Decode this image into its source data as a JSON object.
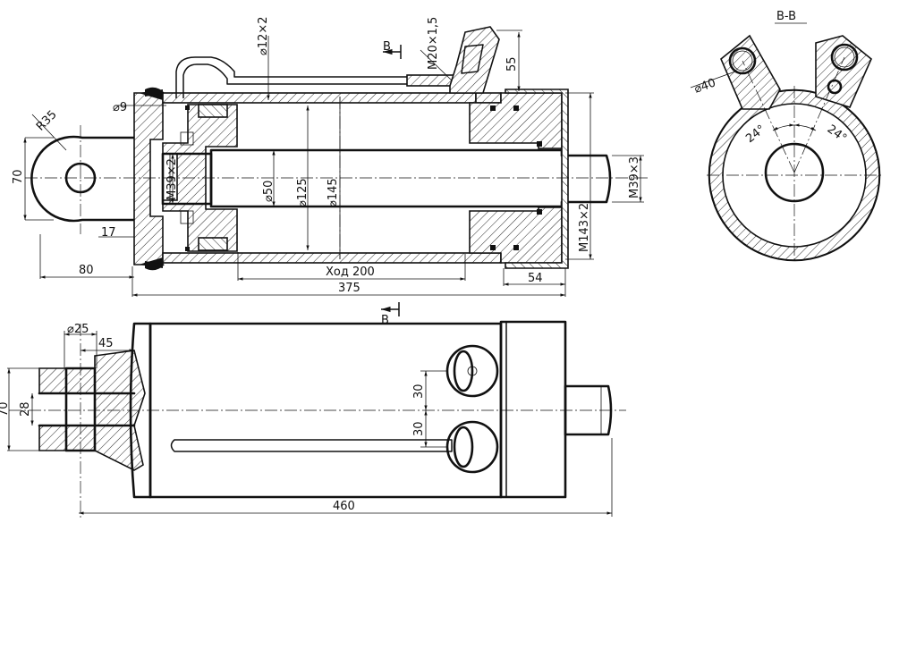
{
  "section_label": "B-B",
  "section_marker": "B",
  "dimensions": {
    "radius_eye": "R35",
    "eye_height": "70",
    "eye_offset": "80",
    "end_gap": "17",
    "bore_small": "⌀9",
    "rod_end_thread": "M39×2",
    "rod_dia": "⌀50",
    "piston_dia": "⌀125",
    "cyl_dia": "⌀145",
    "tube_dia": "⌀12×2",
    "port_thread": "M20×1,5",
    "port_height": "55",
    "gland_thread": "M143×2",
    "rod_thread": "M39×3",
    "stroke": "Ход 200",
    "body_length": "375",
    "gland_length": "54",
    "pin_dia": "⌀25",
    "fork_depth": "45",
    "fork_height": "70",
    "fork_slot": "28",
    "port_spacing_1": "30",
    "port_spacing_2": "30",
    "overall_length": "460",
    "port_boss_dia": "⌀40",
    "angle_left": "24°",
    "angle_right": "24°"
  }
}
